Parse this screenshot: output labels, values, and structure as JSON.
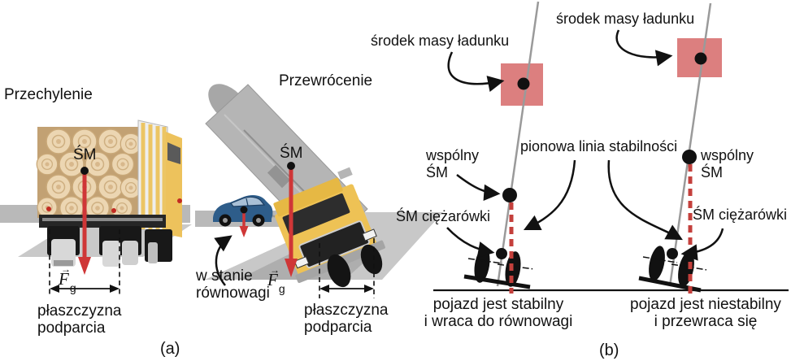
{
  "panel_a": {
    "panel_label": "(a)",
    "tilt_title": "Przechylenie",
    "tip_title": "Przewrócenie",
    "center_of_mass": "ŚM",
    "gravity": {
      "arrow": "→",
      "letter": "F",
      "sub": "g"
    },
    "support_plane": "płaszczyzna\npodparcia",
    "equilibrium": "w stanie\nrównowagi"
  },
  "panel_b": {
    "panel_label": "(b)",
    "cargo_cm": "środek masy ładunku",
    "vertical_line": "pionowa linia stabilności",
    "common_cm": "wspólny\nŚM",
    "truck_cm": "ŚM ciężarówki",
    "stable_caption": "pojazd jest stabilny\ni wraca do równowagi",
    "unstable_caption": "pojazd jest niestabilny\ni przewraca się"
  },
  "colors": {
    "force_red": "#cf3637",
    "stability_dash_red": "#c4403c",
    "cargo_square_pink": "#dc7f7f",
    "tilt_line_gray": "#9a9a9a",
    "truck_yellow": "#eec255",
    "car_blue": "#2e5d8a",
    "road_gray": "#b9b9b9",
    "plane_gray": "#c9c9c9"
  }
}
